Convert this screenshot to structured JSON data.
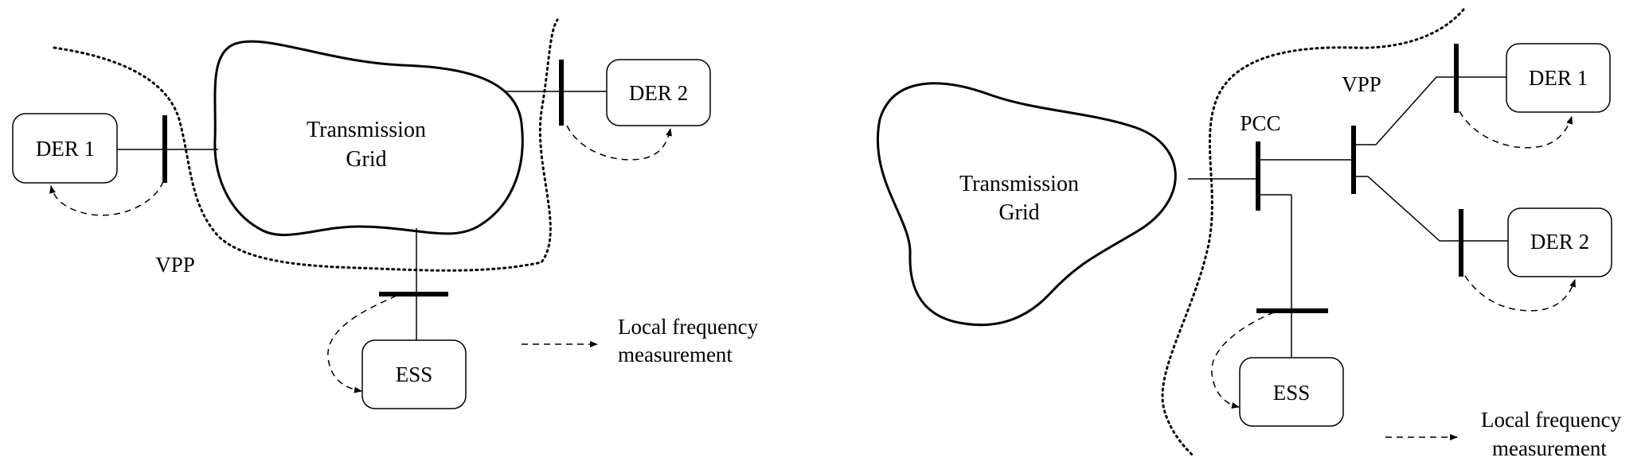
{
  "left_diagram": {
    "grid_label_line1": "Transmission",
    "grid_label_line2": "Grid",
    "der1": "DER 1",
    "der2": "DER 2",
    "ess": "ESS",
    "vpp": "VPP",
    "legend_line1": "Local frequency",
    "legend_line2": "measurement"
  },
  "right_diagram": {
    "grid_label_line1": "Transmission",
    "grid_label_line2": "Grid",
    "der1": "DER 1",
    "der2": "DER 2",
    "ess": "ESS",
    "vpp": "VPP",
    "pcc": "PCC",
    "legend_line1": "Local frequency",
    "legend_line2": "measurement"
  }
}
